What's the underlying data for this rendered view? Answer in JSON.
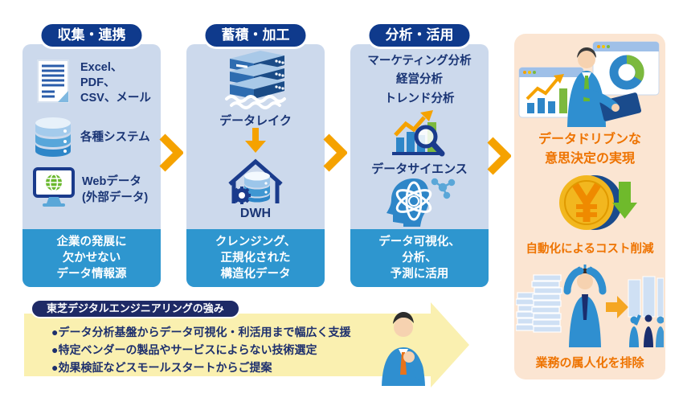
{
  "colors": {
    "pill_navy": "#0f3a8c",
    "column_bg": "#ccd9ec",
    "footer_blue": "#2e96cf",
    "label_navy": "#1a3575",
    "chevron_orange": "#f5a200",
    "panel_peach": "#fbe5d2",
    "outcome_orange": "#ee7300",
    "banner_yellow": "#faf0b0",
    "banner_navy": "#1e2a66",
    "green": "#6ab82e"
  },
  "columns": [
    {
      "header": "収集・連携",
      "items": [
        {
          "icon": "document-icon",
          "label": "Excel、PDF、\nCSV、メール"
        },
        {
          "icon": "database-icon",
          "label": "各種システム"
        },
        {
          "icon": "web-monitor-icon",
          "label": "Webデータ\n(外部データ)"
        }
      ],
      "footer": "企業の発展に\n欠かせない\nデータ情報源"
    },
    {
      "header": "蓄積・加工",
      "items": [
        {
          "icon": "server-stack-icon",
          "label": "データレイク"
        },
        {
          "icon": "arrow-down-icon",
          "label": ""
        },
        {
          "icon": "dwh-icon",
          "label": "DWH"
        }
      ],
      "footer": "クレンジング、\n正規化された\n構造化データ"
    },
    {
      "header": "分析・活用",
      "intro": "マーケティング分析\n経営分析\nトレンド分析",
      "items": [
        {
          "icon": "chart-magnifier-icon",
          "label": "データサイエンス"
        },
        {
          "icon": "brain-atom-icon",
          "label": ""
        }
      ],
      "footer": "データ可視化、\n分析、\n予測に活用"
    }
  ],
  "outcomes": [
    {
      "icon": "businessman-dashboards-illustration",
      "label": "データドリブンな\n意思決定の実現"
    },
    {
      "icon": "yen-coin-cost-down-illustration",
      "label": "自動化によるコスト削減"
    },
    {
      "icon": "workload-distribution-illustration",
      "label": "業務の属人化を排除"
    }
  ],
  "strengths": {
    "title": "東芝デジタルエンジニアリングの強み",
    "bullets": [
      "●データ分析基盤からデータ可視化・利活用まで幅広く支援",
      "●特定ベンダーの製品やサービスによらない技術選定",
      "●効果検証などスモールスタートからご提案"
    ]
  }
}
